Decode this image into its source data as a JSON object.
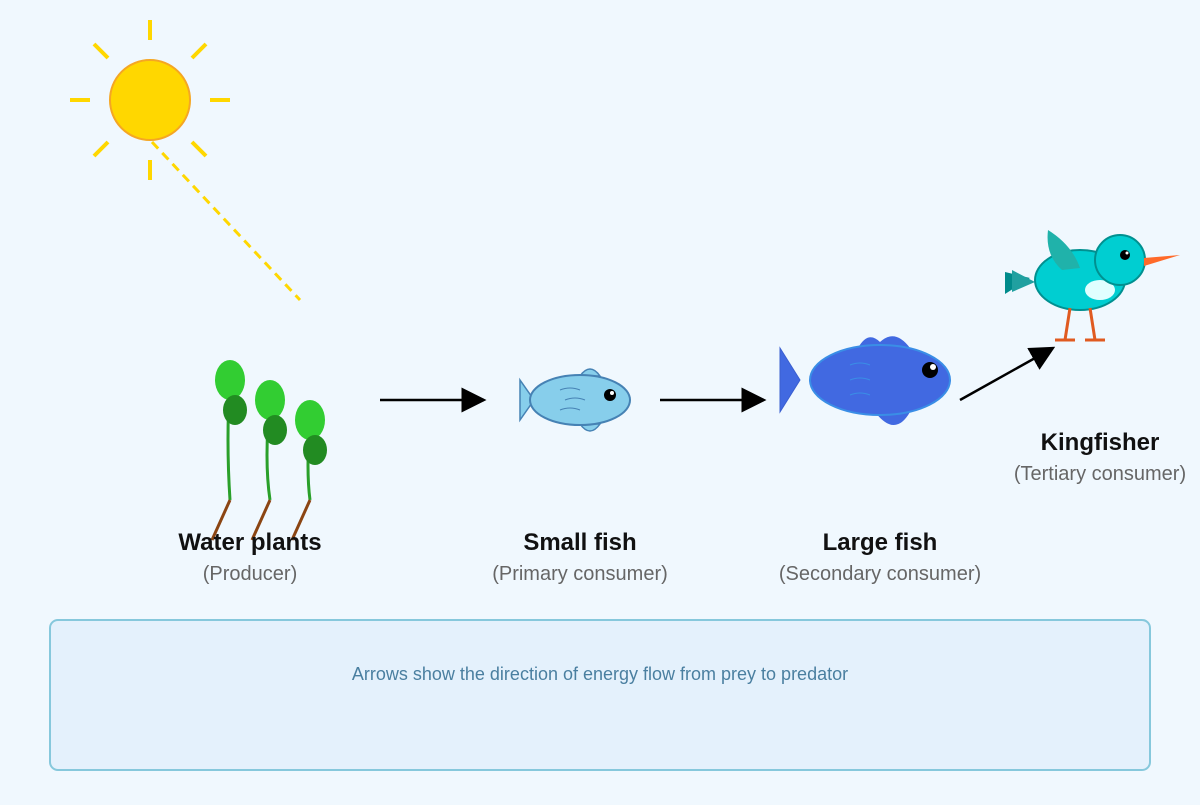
{
  "organisms": [
    {
      "name": "Water plants",
      "role": "(Producer)"
    },
    {
      "name": "Small fish",
      "role": "(Primary consumer)"
    },
    {
      "name": "Large fish",
      "role": "(Secondary consumer)"
    },
    {
      "name": "Kingfisher",
      "role": "(Tertiary consumer)"
    }
  ],
  "note": "Arrows show the direction of energy flow from prey to predator",
  "colors": {
    "background": "#f0f8fe",
    "sun": "#ffd700",
    "arrow": "#000000",
    "note_box_fill": "#e4f1fc",
    "note_box_border": "#86c8dc"
  }
}
